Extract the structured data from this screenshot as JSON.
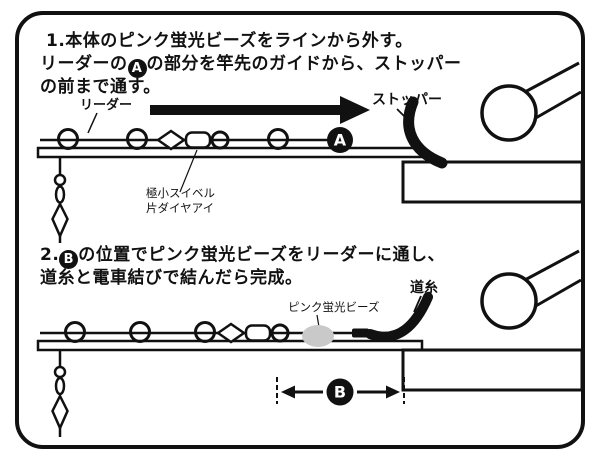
{
  "figure": {
    "bg": "#ffffff",
    "ink": "#111111",
    "bead_color": "#c9c9c9"
  },
  "step1": {
    "line1": "1.本体のピンク蛍光ビーズをラインから外す。",
    "line2_pre": "リーダーの",
    "line2_post": "の部分を竿先のガイドから、ストッパー",
    "line3": "の前まで通す。",
    "badge": "A",
    "labels": {
      "leader": "リーダー",
      "stopper": "ストッパー",
      "swivel1": "極小スイベル",
      "swivel2": "片ダイヤアイ"
    }
  },
  "step2": {
    "line1_pre": "2.",
    "line1_post": "の位置でピンク蛍光ビーズをリーダーに通し、",
    "line2": "道糸と電車結びで結んだら完成。",
    "badge": "B",
    "labels": {
      "main_line": "道糸",
      "pink_beads": "ピンク蛍光ビーズ"
    }
  }
}
